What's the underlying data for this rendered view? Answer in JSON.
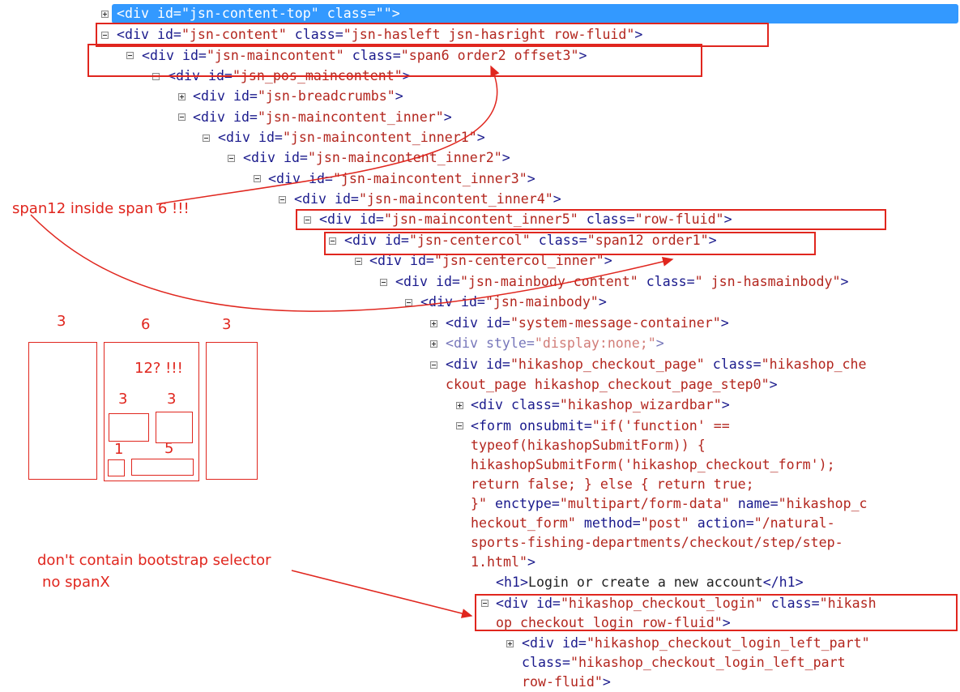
{
  "tree": {
    "l0": {
      "open": "<div ",
      "a1": "id=",
      "v1": "\"jsn-content-top\"",
      "a2": " class=",
      "v2": "\"\"",
      "close": ">"
    },
    "l1": {
      "open": "<div ",
      "a1": "id=",
      "v1": "\"jsn-content\"",
      "a2": " class=",
      "v2": "\"jsn-hasleft jsn-hasright row-fluid\"",
      "close": ">"
    },
    "l2": {
      "open": "<div ",
      "a1": "id=",
      "v1": "\"jsn-maincontent\"",
      "a2": " class=",
      "v2": "\"span6 order2 offset3\"",
      "close": ">"
    },
    "l3": {
      "open": "<div ",
      "a1": "id=",
      "v1": "\"jsn_pos_maincontent\"",
      "close": ">"
    },
    "l4": {
      "open": "<div ",
      "a1": "id=",
      "v1": "\"jsn-breadcrumbs\"",
      "close": ">"
    },
    "l5": {
      "open": "<div ",
      "a1": "id=",
      "v1": "\"jsn-maincontent_inner\"",
      "close": ">"
    },
    "l6": {
      "open": "<div ",
      "a1": "id=",
      "v1": "\"jsn-maincontent_inner1\"",
      "close": ">"
    },
    "l7": {
      "open": "<div ",
      "a1": "id=",
      "v1": "\"jsn-maincontent_inner2\"",
      "close": ">"
    },
    "l8": {
      "open": "<div ",
      "a1": "id=",
      "v1": "\"jsn-maincontent_inner3\"",
      "close": ">"
    },
    "l9": {
      "open": "<div ",
      "a1": "id=",
      "v1": "\"jsn-maincontent_inner4\"",
      "close": ">"
    },
    "l10": {
      "open": "<div ",
      "a1": "id=",
      "v1": "\"jsn-maincontent_inner5\"",
      "a2": " class=",
      "v2": "\"row-fluid\"",
      "close": ">"
    },
    "l11": {
      "open": "<div ",
      "a1": "id=",
      "v1": "\"jsn-centercol\"",
      "a2": " class=",
      "v2": "\"span12 order1\"",
      "close": ">"
    },
    "l12": {
      "open": "<div ",
      "a1": "id=",
      "v1": "\"jsn-centercol_inner\"",
      "close": ">"
    },
    "l13": {
      "open": "<div ",
      "a1": "id=",
      "v1": "\"jsn-mainbody-content\"",
      "a2": " class=",
      "v2": "\" jsn-hasmainbody\"",
      "close": ">"
    },
    "l14": {
      "open": "<div ",
      "a1": "id=",
      "v1": "\"jsn-mainbody\"",
      "close": ">"
    },
    "l15": {
      "open": "<div ",
      "a1": "id=",
      "v1": "\"system-message-container\"",
      "close": ">"
    },
    "l16": {
      "open": "<div ",
      "a1": "style=",
      "v1": "\"display:none;\"",
      "close": ">"
    },
    "l17": {
      "open": "<div ",
      "a1": "id=",
      "v1": "\"hikashop_checkout_page\"",
      "a2": " class=",
      "v2": "\"hikashop_che"
    },
    "l18": {
      "v2": "ckout_page hikashop_checkout_page_step0\"",
      "close": ">"
    },
    "l19": {
      "open": "<div ",
      "a1": "class=",
      "v1": "\"hikashop_wizardbar\"",
      "close": ">"
    },
    "l20": {
      "open": "<form ",
      "a1": "onsubmit=",
      "v1": "\"if('function' =="
    },
    "l21": {
      "v1": "typeof(hikashopSubmitForm)) {"
    },
    "l22": {
      "v1": "hikashopSubmitForm('hikashop_checkout_form');"
    },
    "l23": {
      "v1": "return false; } else { return true;"
    },
    "l24": {
      "v1": "}\"",
      "a2": " enctype=",
      "v2": "\"multipart/form-data\"",
      "a3": " name=",
      "v3": "\"hikashop_c"
    },
    "l25": {
      "v3": "heckout_form\"",
      "a4": " method=",
      "v4": "\"post\"",
      "a5": " action=",
      "v5": "\"/natural-"
    },
    "l26": {
      "v5": "sports-fishing-departments/checkout/step/step-"
    },
    "l27": {
      "v5": "1.html\"",
      "close": ">"
    },
    "l28": {
      "open": "<h1>",
      "txt": "Login or create a new account",
      "close": "</h1>"
    },
    "l29": {
      "open": "<div ",
      "a1": "id=",
      "v1": "\"hikashop_checkout_login\"",
      "a2": " class=",
      "v2": "\"hikash"
    },
    "l30": {
      "v2": "op_checkout_login row-fluid\"",
      "close": ">"
    },
    "l31": {
      "open": "<div ",
      "a1": "id=",
      "v1": "\"hikashop_checkout_login_left_part\""
    },
    "l32": {
      "a2": "class=",
      "v2": "\"hikashop_checkout_login_left_part"
    },
    "l33": {
      "v2": "row-fluid\"",
      "close": ">"
    }
  },
  "annotations": {
    "span12_note": "span12 inside span 6  !!!",
    "no_bootstrap_line1": "don't contain bootstrap selector",
    "no_bootstrap_line2": "no spanX"
  },
  "layout_diagram": {
    "left_label": "3",
    "center_label": "6",
    "right_label": "3",
    "nested_label": "12? !!!",
    "inner_left_label": "3",
    "inner_right_label": "3",
    "inner_small_label": "1",
    "inner_wide_label": "5"
  },
  "colors": {
    "tag": "#1a1a8c",
    "attr_value": "#b3261e",
    "selection": "#3399ff",
    "annotation": "#e0261e"
  }
}
